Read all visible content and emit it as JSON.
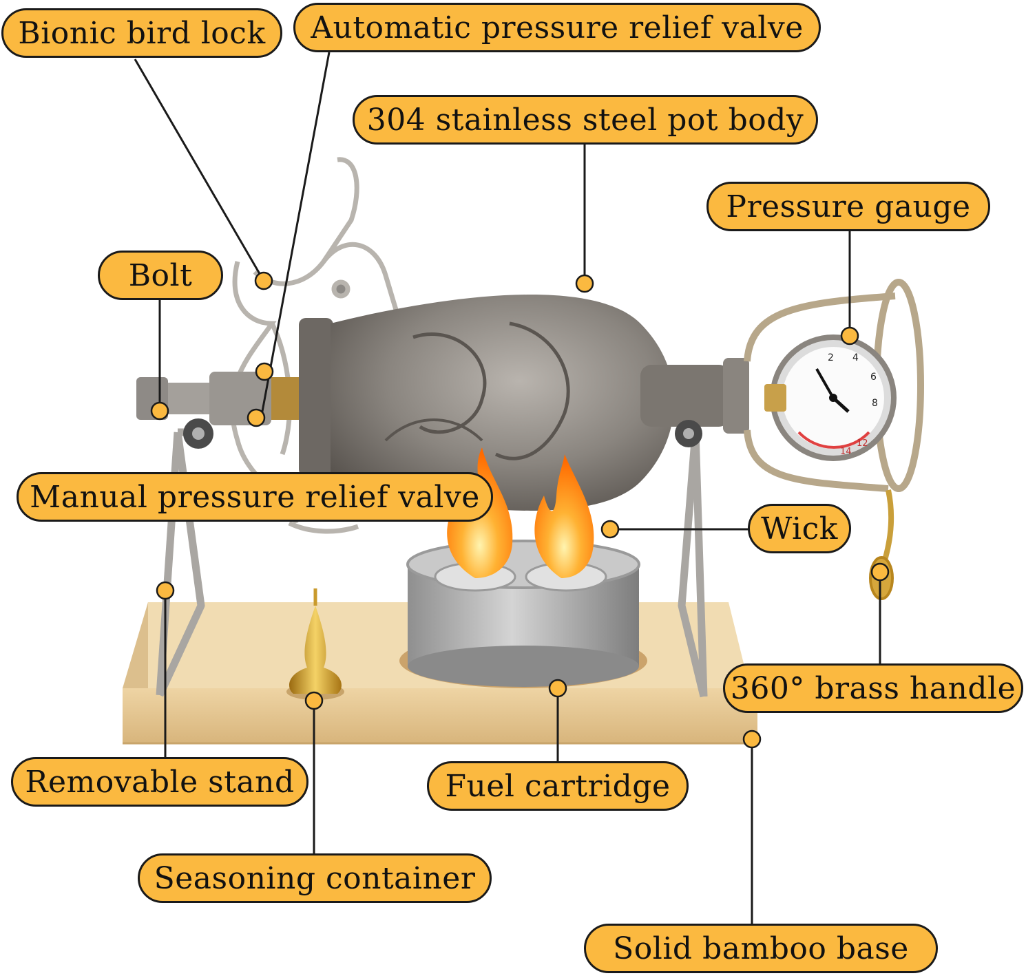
{
  "labels": {
    "bionic_bird_lock": "Bionic bird lock",
    "automatic_valve": "Automatic pressure relief valve",
    "pot_body": "304 stainless steel pot body",
    "pressure_gauge": "Pressure gauge",
    "bolt": "Bolt",
    "manual_valve": "Manual pressure relief valve",
    "wick": "Wick",
    "brass_handle": "360° brass handle",
    "removable_stand": "Removable stand",
    "fuel_cartridge": "Fuel cartridge",
    "seasoning_container": "Seasoning container",
    "bamboo_base": "Solid bamboo base"
  },
  "gauge": {
    "ticks": [
      "2",
      "4",
      "6",
      "8",
      "12",
      "14"
    ]
  },
  "colors": {
    "callout_fill": "#fbb940",
    "callout_border": "#1a1a1a",
    "leader_line": "#1a1a1a",
    "bamboo": "#e6c893",
    "steel": "#8e8984",
    "flame": "#ff9a1f"
  }
}
